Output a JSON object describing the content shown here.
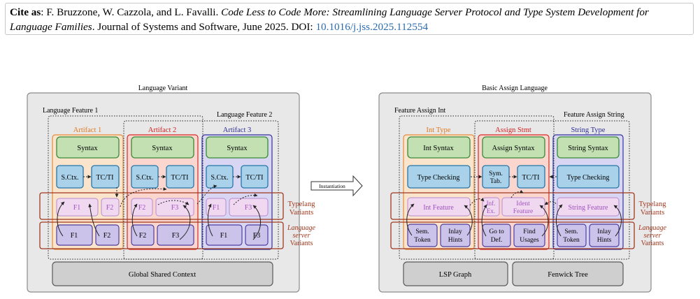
{
  "citation": {
    "label": "Cite as",
    "authors": "F. Bruzzone, W. Cazzola, and L. Favalli.",
    "title": "Code Less to Code More: Streamlining Language Server Protocol and Type System Development for Language Families",
    "venue": "Journal of Systems and Software, June 2025.",
    "doi_label": "DOI:",
    "doi": "10.1016/j.jss.2025.112554"
  },
  "arrow_label": "Instantiation",
  "left_diagram": {
    "title": "Language Variant",
    "feature1": "Language Feature 1",
    "feature2": "Language Feature 2",
    "artifacts": [
      "Artifact 1",
      "Artifact 2",
      "Artifact 3"
    ],
    "syntax": "Syntax",
    "sctx": "S.Ctx.",
    "tcti": "TC/TI",
    "f1": "F1",
    "f2": "F2",
    "f3": "F3",
    "typelang": [
      "Typelang",
      "Variants"
    ],
    "lang_server": [
      "Language",
      "server",
      "Variants"
    ],
    "global": "Global Shared Context"
  },
  "right_diagram": {
    "title": "Basic Assign Language",
    "feature1": "Feature Assign Int",
    "feature2": "Feature Assign String",
    "artifacts": [
      "Int Type",
      "Assign Stmt",
      "String Type"
    ],
    "syntax": [
      "Int Syntax",
      "Assign Syntax",
      "String Syntax"
    ],
    "type_checking": "Type Checking",
    "sym_tab": [
      "Sym.",
      "Tab."
    ],
    "tcti": "TC/TI",
    "int_feature": "Int Feature",
    "inf_ex": [
      "Inf.",
      "Ex."
    ],
    "ident_feature": [
      "Ident",
      "Feature"
    ],
    "string_feature": "String Feature",
    "sem_token": [
      "Sem.",
      "Token"
    ],
    "inlay_hints": [
      "Inlay",
      "Hints"
    ],
    "goto_def": [
      "Go to",
      "Def."
    ],
    "find_usages": [
      "Find",
      "Usages"
    ],
    "typelang": [
      "Typelang",
      "Variants"
    ],
    "lang_server": [
      "Language",
      "server",
      "Variants"
    ],
    "lsp_graph": "LSP Graph",
    "fenwick": "Fenwick Tree"
  }
}
